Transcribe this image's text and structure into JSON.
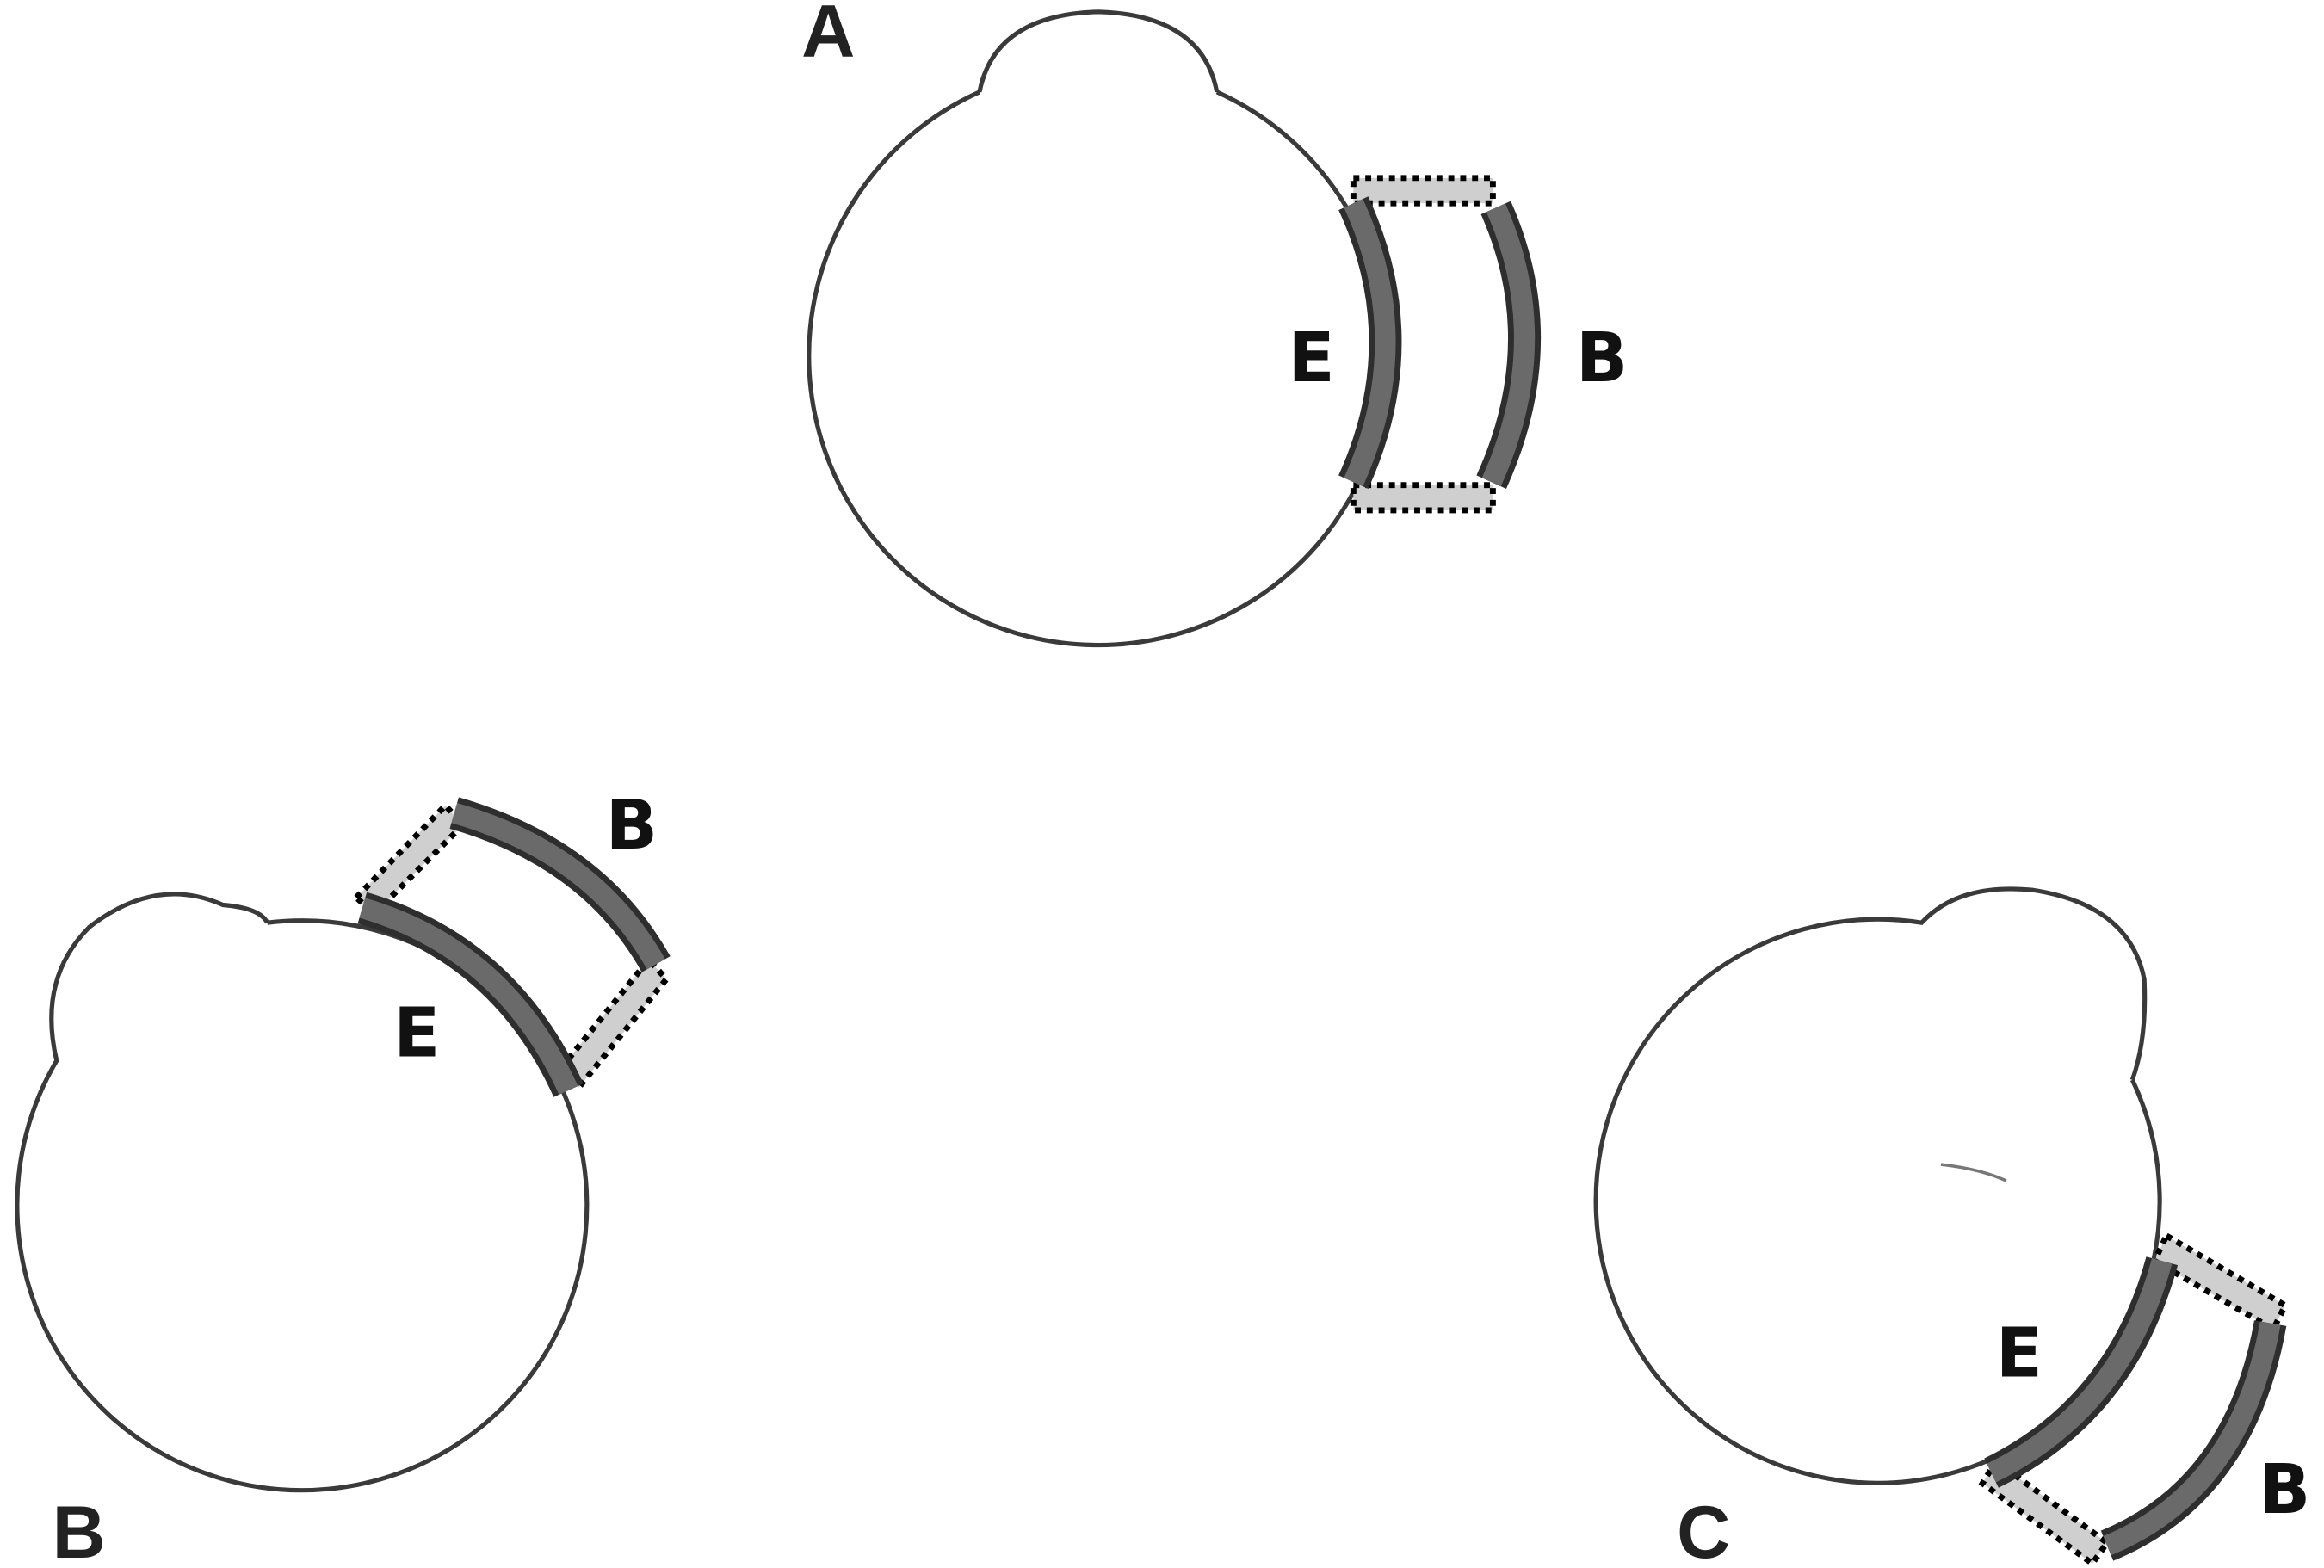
{
  "panels": [
    {
      "label": "A",
      "parts": {
        "inner": "E",
        "outer": "B"
      }
    },
    {
      "label": "B",
      "parts": {
        "inner": "E",
        "outer": "B"
      }
    },
    {
      "label": "C",
      "parts": {
        "inner": "E",
        "outer": "B"
      }
    }
  ],
  "colors": {
    "band": "#6a6a6a",
    "outline": "#3a3a3a",
    "connector": "#cfcfcf"
  }
}
